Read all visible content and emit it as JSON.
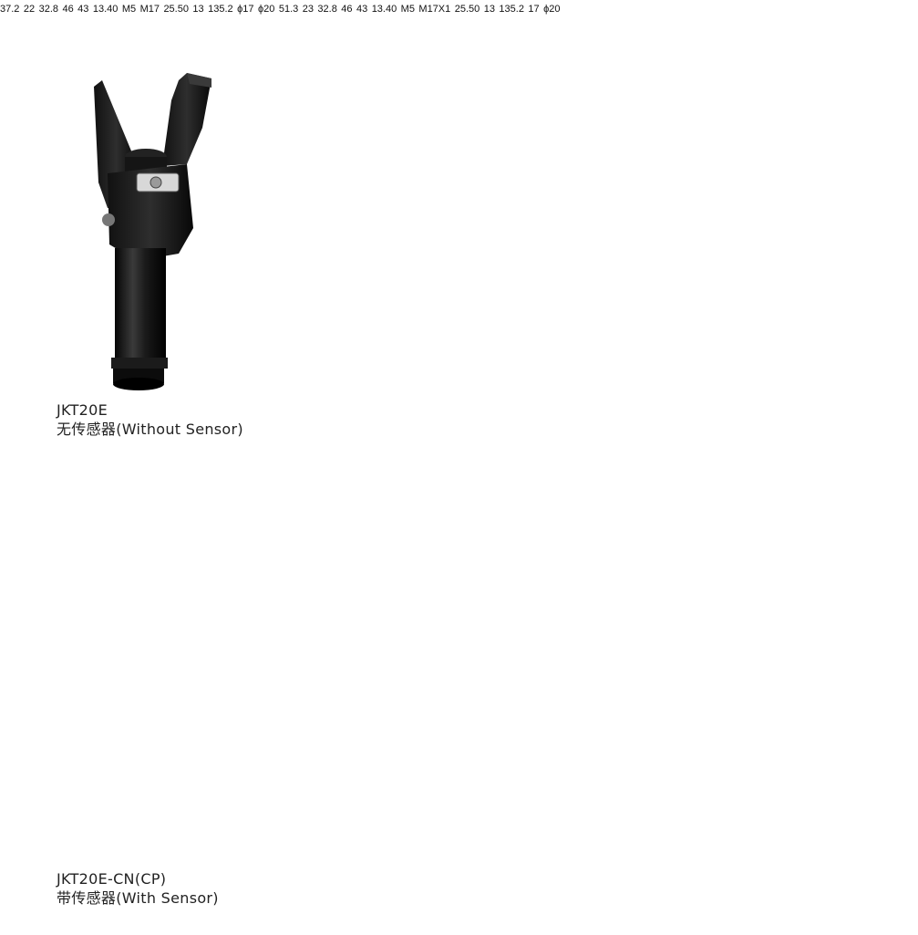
{
  "products": [
    {
      "model": "JKT20E",
      "description": "无传感器(Without Sensor)",
      "front_view": {
        "width_overall": "37.2",
        "width_inner": "22",
        "height_jaw": "32.8",
        "height_body": "46",
        "height_tube": "43",
        "height_base": "13.40",
        "thread_small": "M5",
        "thread_large": "M17"
      },
      "side_view": {
        "width_overall": "25.50",
        "width_inner": "13",
        "total_height": "135.2",
        "diameter_small": "ϕ17",
        "diameter_large": "ϕ20"
      }
    },
    {
      "model": "JKT20E-CN(CP)",
      "description": "带传感器(With Sensor)",
      "front_view": {
        "width_overall": "51.3",
        "width_inner": "23",
        "height_jaw": "32.8",
        "height_body": "46",
        "height_tube": "43",
        "height_base": "13.40",
        "thread_small": "M5",
        "thread_large": "M17X1"
      },
      "side_view": {
        "width_overall": "25.50",
        "width_inner": "13",
        "total_height": "135.2",
        "diameter_small": "17",
        "diameter_large": "ϕ20"
      }
    }
  ]
}
